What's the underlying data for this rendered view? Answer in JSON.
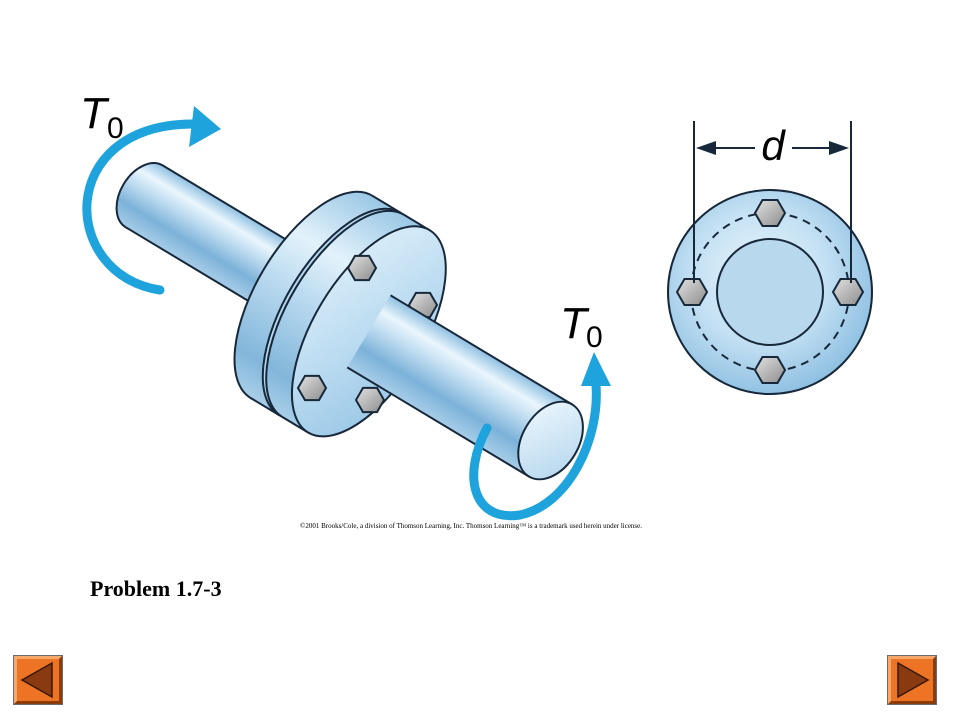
{
  "slide": {
    "problem_label": "Problem 1.7-3",
    "copyright": "©2001 Brooks/Cole, a division of Thomson Learning, Inc.  Thomson Learning™ is a trademark used herein under license."
  },
  "figure": {
    "torque_labels": [
      {
        "symbol": "T",
        "subscript": "0"
      },
      {
        "symbol": "T",
        "subscript": "0"
      }
    ],
    "dimension_label": "d"
  },
  "navigation": {
    "previous": {
      "icon": "triangle-left-icon"
    },
    "next": {
      "icon": "triangle-right-icon"
    }
  },
  "colors": {
    "torque_arrow": "#1ea3dc",
    "outline": "#17283a",
    "nav_button": "#ec7424",
    "nav_arrow": "#8a3a10"
  }
}
